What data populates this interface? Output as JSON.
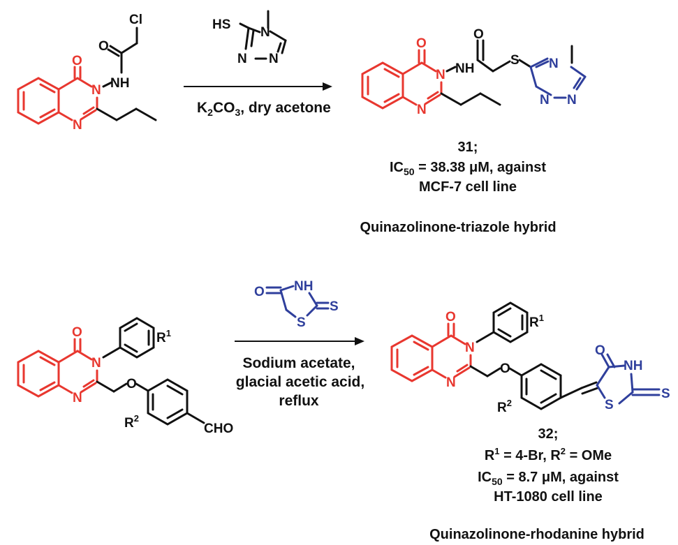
{
  "colors": {
    "quinazolinone": "#e8372f",
    "heterocycle": "#2f3f9c",
    "bonds": "#111111"
  },
  "scheme1": {
    "atoms": {
      "cl": "Cl",
      "o_co": "O",
      "nh_sm": "NH",
      "o_quin": "O",
      "n3": "N",
      "n1": "N",
      "hs": "HS",
      "n_me": "N",
      "n_a": "N",
      "n_b": "N",
      "p_o_quin": "O",
      "p_n3": "N",
      "p_n1": "N",
      "p_nh": "NH",
      "p_o_co": "O",
      "p_s": "S",
      "p_n4": "N",
      "p_n_a": "N",
      "p_n_b": "N"
    },
    "reagent": {
      "prefix": "K",
      "sub1": "2",
      "mid": "CO",
      "sub2": "3",
      "rest": ", dry acetone"
    },
    "product_caption": {
      "number": "31;",
      "ic50_prefix": "IC",
      "ic50_sub": "50",
      "ic50_rest": " = 38.38 μM, against",
      "cell_line": "MCF-7 cell line"
    },
    "hybrid_label": "Quinazolinone-triazole hybrid"
  },
  "scheme2": {
    "atoms": {
      "o_quin": "O",
      "n3": "N",
      "n1": "N",
      "o_ether": "O",
      "r1": "R",
      "r1_sup": "1",
      "r2": "R",
      "r2_sup": "2",
      "cho": "CHO",
      "rh_o": "O",
      "rh_nh": "NH",
      "rh_s_ring": "S",
      "rh_s_exo": "S",
      "p_o_quin": "O",
      "p_n3": "N",
      "p_n1": "N",
      "p_o_ether": "O",
      "p_r1": "R",
      "p_r1_sup": "1",
      "p_r2": "R",
      "p_r2_sup": "2",
      "p_rh_o": "O",
      "p_rh_nh": "NH",
      "p_rh_s_ring": "S",
      "p_rh_s_exo": "S"
    },
    "reagent_lines": [
      "Sodium acetate,",
      "glacial acetic acid,",
      "reflux"
    ],
    "product_caption": {
      "number": "32;",
      "subst_r1": "R",
      "subst_r1_sup": "1",
      "subst_r1_val": " = 4-Br, ",
      "subst_r2": "R",
      "subst_r2_sup": "2",
      "subst_r2_val": " = OMe",
      "ic50_prefix": "IC",
      "ic50_sub": "50",
      "ic50_rest": " = 8.7 μM, against",
      "cell_line": "HT-1080 cell line"
    },
    "hybrid_label": "Quinazolinone-rhodanine hybrid"
  }
}
